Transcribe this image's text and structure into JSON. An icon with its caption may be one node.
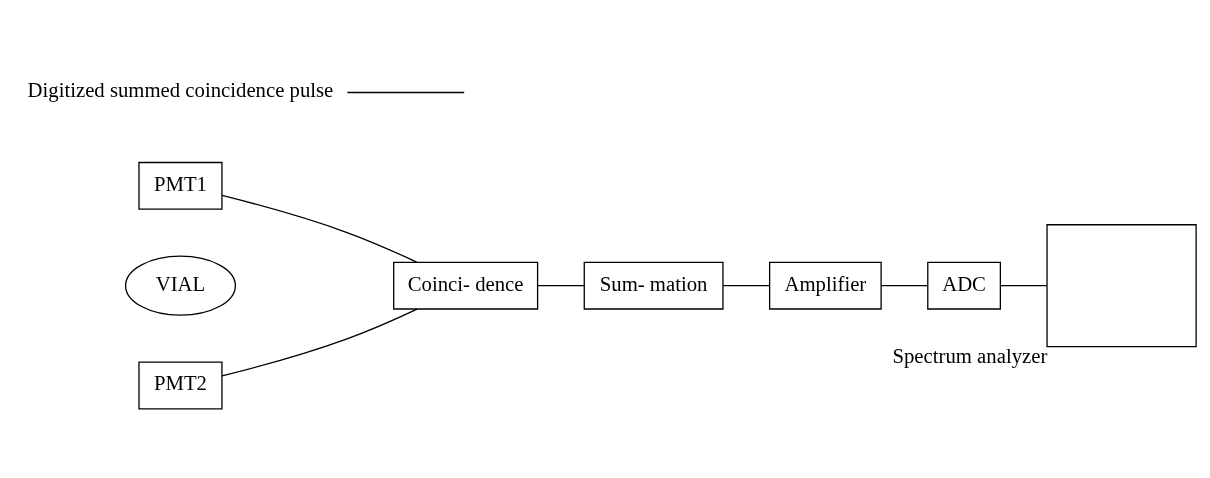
{
  "diagram": {
    "nodes": [
      {
        "text": [
          "PMT1"
        ]
      },
      {
        "text": [
          "VIAL"
        ]
      },
      {
        "text": [
          "PMT2"
        ]
      },
      {
        "text": [
          "Coinci- dence"
        ]
      },
      {
        "text": [
          "Sum- mation"
        ]
      },
      {
        "text": [
          "Amplifier"
        ]
      },
      {
        "text": [
          "ADC"
        ]
      },
      {
        "text": [],
        "shape": "chart",
        "beside": [
          "Spectrum analyzer"
        ]
      },
      {
        "text": [
          "Digitized summed coincidence pulse"
        ]
      }
    ],
    "edges": [
      {
        "from": 0,
        "to": 3,
        "arrow": "none"
      },
      {
        "from": 2,
        "to": 3,
        "arrow": "none"
      },
      {
        "from": 3,
        "to": 4,
        "arrow": "none"
      },
      {
        "from": 4,
        "to": 5,
        "arrow": "none"
      },
      {
        "from": 5,
        "to": 6,
        "arrow": "none"
      },
      {
        "from": 6,
        "to": 7,
        "arrow": "none"
      },
      {
        "from": 8,
        "to": null,
        "arrow": "none"
      }
    ]
  }
}
